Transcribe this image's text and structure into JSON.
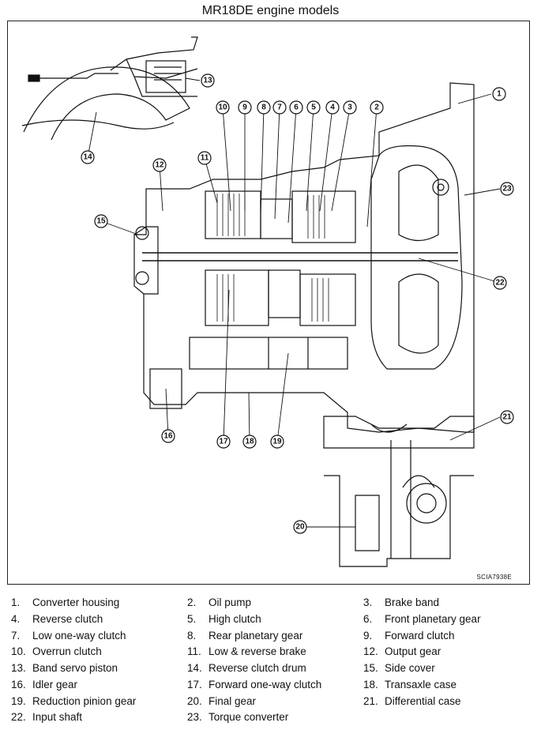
{
  "title": "MR18DE engine models",
  "figure_code": "SCIA7938E",
  "callouts": [
    "1",
    "2",
    "3",
    "4",
    "5",
    "6",
    "7",
    "8",
    "9",
    "10",
    "11",
    "12",
    "13",
    "14",
    "15",
    "16",
    "17",
    "18",
    "19",
    "20",
    "21",
    "22",
    "23"
  ],
  "legend": [
    {
      "num": "1.",
      "label": "Converter housing"
    },
    {
      "num": "2.",
      "label": "Oil pump"
    },
    {
      "num": "3.",
      "label": "Brake band"
    },
    {
      "num": "4.",
      "label": "Reverse clutch"
    },
    {
      "num": "5.",
      "label": "High clutch"
    },
    {
      "num": "6.",
      "label": "Front planetary gear"
    },
    {
      "num": "7.",
      "label": "Low one-way clutch"
    },
    {
      "num": "8.",
      "label": "Rear planetary gear"
    },
    {
      "num": "9.",
      "label": "Forward clutch"
    },
    {
      "num": "10.",
      "label": "Overrun clutch"
    },
    {
      "num": "11.",
      "label": "Low & reverse brake"
    },
    {
      "num": "12.",
      "label": "Output gear"
    },
    {
      "num": "13.",
      "label": "Band servo piston"
    },
    {
      "num": "14.",
      "label": "Reverse clutch drum"
    },
    {
      "num": "15.",
      "label": "Side cover"
    },
    {
      "num": "16.",
      "label": "Idler gear"
    },
    {
      "num": "17.",
      "label": "Forward one-way clutch"
    },
    {
      "num": "18.",
      "label": "Transaxle case"
    },
    {
      "num": "19.",
      "label": "Reduction pinion gear"
    },
    {
      "num": "20.",
      "label": "Final gear"
    },
    {
      "num": "21.",
      "label": "Differential case"
    },
    {
      "num": "22.",
      "label": "Input shaft"
    },
    {
      "num": "23.",
      "label": "Torque converter"
    }
  ]
}
